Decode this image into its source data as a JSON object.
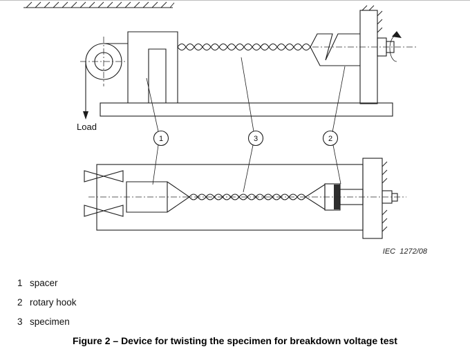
{
  "figure": {
    "load_label": "Load",
    "iec_ref": "IEC  1272/08",
    "callouts": [
      "1",
      "3",
      "2"
    ],
    "legend": [
      {
        "num": "1",
        "label": "spacer"
      },
      {
        "num": "2",
        "label": "rotary hook"
      },
      {
        "num": "3",
        "label": "specimen"
      }
    ],
    "caption": "Figure 2 – Device for twisting the specimen for breakdown voltage test"
  }
}
